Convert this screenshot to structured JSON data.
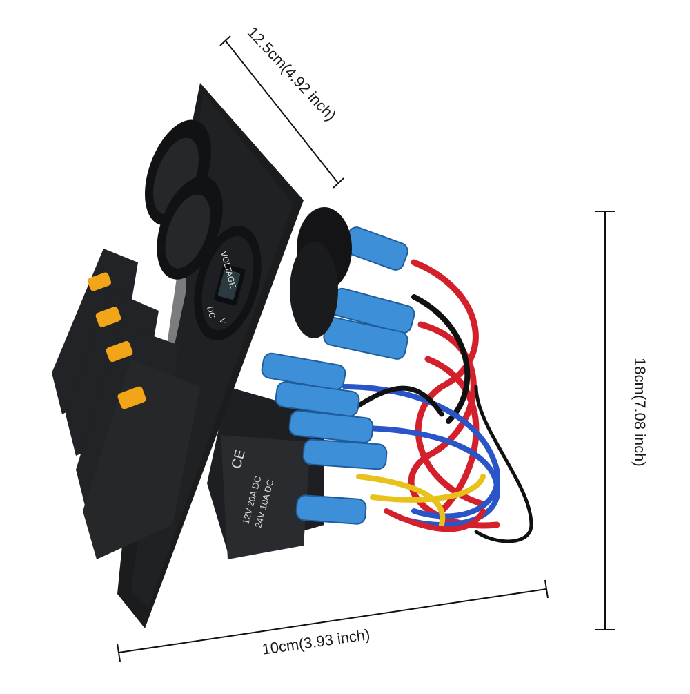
{
  "dimensions": {
    "top": "12.5cm(4.92 inch)",
    "right": "18cm(7.08 inch)",
    "bottom": "10cm(3.93 inch)"
  },
  "panel": {
    "voltmeter_label": "VOLTAGE",
    "voltmeter_units": [
      "DC",
      "V"
    ],
    "relay_mark": "CE",
    "relay_rating_1": "12V  20A  DC",
    "relay_rating_2": "24V  10A  DC"
  },
  "colors": {
    "panel": "#1b1c1e",
    "rocker": "#222326",
    "led": "#f2a516",
    "connector": "#3d8fd8",
    "wire_red": "#d4202a",
    "wire_blue": "#2a55c8",
    "wire_yellow": "#e8c21a",
    "wire_black": "#111111"
  }
}
